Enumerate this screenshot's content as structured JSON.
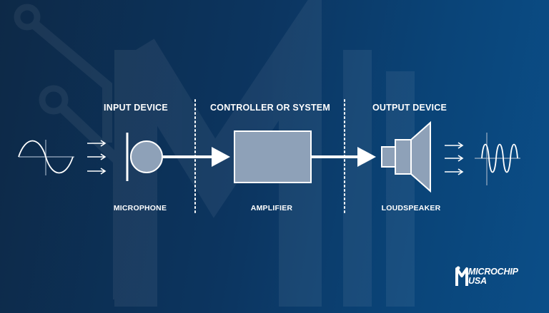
{
  "labels": {
    "input_device": "INPUT DEVICE",
    "controller": "CONTROLLER OR SYSTEM",
    "output_device": "OUTPUT DEVICE",
    "microphone": "MICROPHONE",
    "amplifier": "AMPLIFIER",
    "loudspeaker": "LOUDSPEAKER"
  },
  "logo": {
    "line1": "MICROCHIP",
    "line2": "USA"
  },
  "colors": {
    "component_fill": "#8ea1b8",
    "component_stroke": "#ffffff",
    "arrow": "#ffffff"
  },
  "icons": [
    "sine-wave-input-icon",
    "sound-arrows-icon",
    "microphone-icon",
    "amplifier-box-icon",
    "loudspeaker-icon",
    "sine-wave-output-icon",
    "microchip-logo-icon"
  ]
}
